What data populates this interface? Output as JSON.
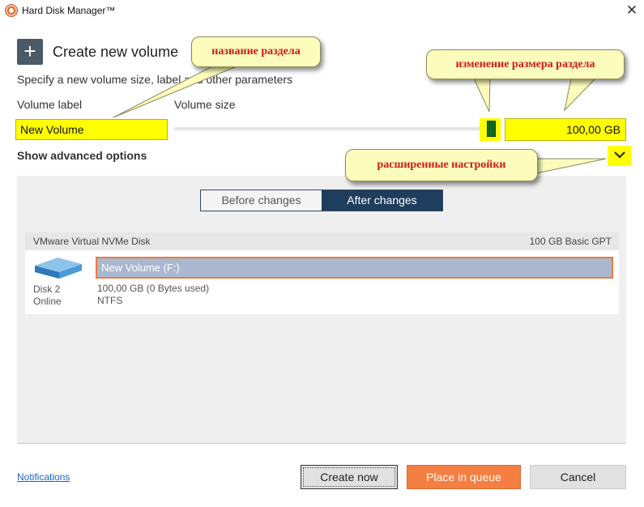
{
  "window": {
    "title": "Hard Disk Manager™"
  },
  "header": {
    "title": "Create new volume",
    "subtitle": "Specify a new volume size, label and other parameters"
  },
  "form": {
    "volume_label_caption": "Volume label",
    "volume_label_value": "New Volume",
    "volume_size_caption": "Volume size",
    "volume_size_value": "100,00 GB",
    "advanced_toggle": "Show advanced options"
  },
  "view_toggle": {
    "before": "Before changes",
    "after": "After changes",
    "selected": "after"
  },
  "disk": {
    "name": "VMware Virtual NVMe Disk",
    "info": "100 GB Basic GPT",
    "number": "Disk 2",
    "status": "Online",
    "volume": {
      "name": "New Volume (F:)",
      "size": "100,00 GB (0 Bytes used)",
      "fs": "NTFS"
    }
  },
  "footer": {
    "notifications": "Notifications",
    "create_now": "Create now",
    "place_in_queue": "Place in queue",
    "cancel": "Cancel"
  },
  "annotations": {
    "label_callout": "название раздела",
    "size_callout": "изменение размера раздела",
    "advanced_callout": "расширенные настройки"
  },
  "colors": {
    "highlight": "#ffff00",
    "accent_orange": "#f57e42",
    "segment_active": "#1f3d5c",
    "volume_bar": "#a9b8cf",
    "callout_text": "#cc1a1a"
  },
  "icons": {
    "app": "hdm-logo-icon",
    "add": "plus-icon",
    "close": "close-icon",
    "expand": "chevron-down-icon",
    "disk": "hard-disk-icon"
  }
}
